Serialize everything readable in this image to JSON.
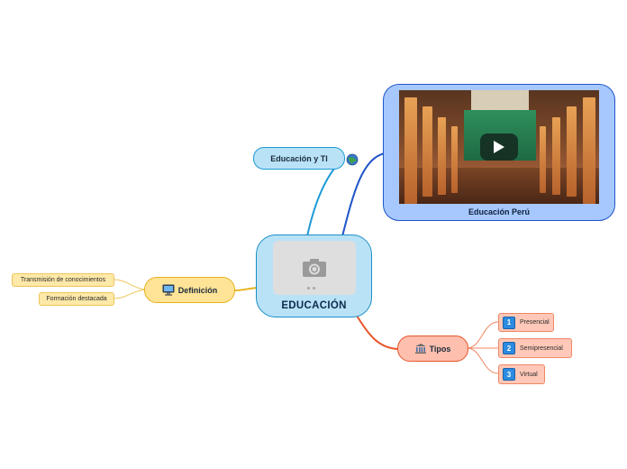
{
  "central": {
    "title": "EDUCACIÓN",
    "icon": "camera-icon"
  },
  "video": {
    "caption": "Educación Perú",
    "icon": "play-icon"
  },
  "education_ti": {
    "label": "Educación y TI",
    "icon": "globe-icon"
  },
  "definicion": {
    "label": "Definición",
    "icon": "computer-icon",
    "children": [
      "Transmisión de conocimientos",
      "Formación destacada"
    ]
  },
  "tipos": {
    "label": "Tipos",
    "icon": "institution-icon",
    "children": [
      {
        "num": "1",
        "label": "Presencial"
      },
      {
        "num": "2",
        "label": "Semipresencial"
      },
      {
        "num": "3",
        "label": "Virtual"
      }
    ]
  },
  "colors": {
    "central": "#b9e2f7",
    "video": "#a6c8ff",
    "definicion": "#ffe397",
    "tipos": "#ffbfae",
    "link_ti": "#1c9ad6",
    "link_video": "#1f55c8",
    "link_def": "#e6b21f",
    "link_tipos": "#e8552a"
  }
}
